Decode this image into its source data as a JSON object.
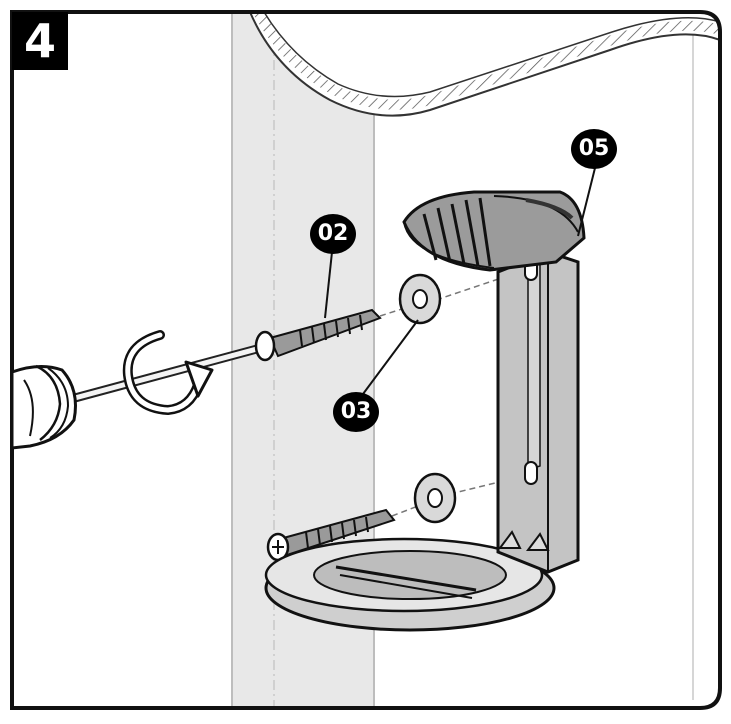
{
  "step": {
    "number": "4"
  },
  "callouts": {
    "screw": "02",
    "washer": "03",
    "bracket": "05"
  }
}
